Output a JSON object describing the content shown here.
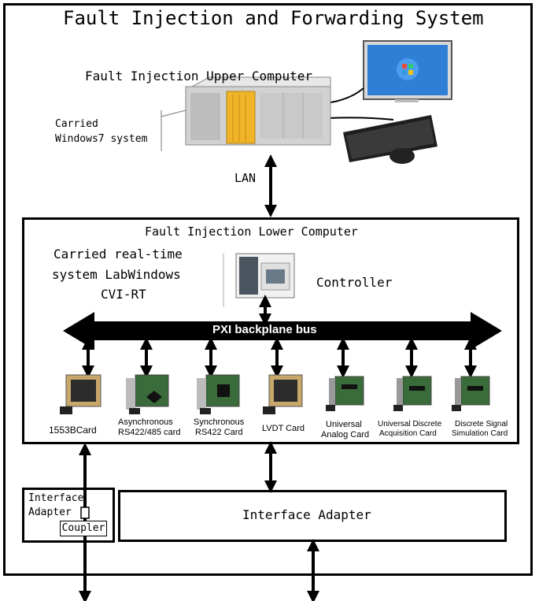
{
  "title": "Fault Injection and Forwarding System",
  "upper_computer": {
    "label": "Fault Injection Upper Computer",
    "os_note": [
      "Carried",
      "Windows7 system"
    ]
  },
  "link_label": "LAN",
  "lower_computer": {
    "label": "Fault Injection Lower Computer",
    "rt_note": [
      "Carried real-time",
      "system LabWindows",
      "CVI-RT"
    ],
    "controller_label": "Controller",
    "bus_label": "PXI backplane bus"
  },
  "cards": [
    {
      "label": [
        "1553BCard"
      ]
    },
    {
      "label": [
        "Asynchronous",
        "RS422/485 card"
      ]
    },
    {
      "label": [
        "Synchronous",
        "RS422 Card"
      ]
    },
    {
      "label": [
        "LVDT Card"
      ]
    },
    {
      "label": [
        "Universal",
        "Analog Card"
      ]
    },
    {
      "label": [
        "Universal Discrete",
        "Acquisition Card"
      ]
    },
    {
      "label": [
        "Discrete Signal",
        "Simulation Card"
      ]
    }
  ],
  "adapters": {
    "small_label": [
      "Interface",
      "Adapter"
    ],
    "coupler_label": "Coupler",
    "big_label": "Interface Adapter"
  },
  "colors": {
    "line": "#000000",
    "cabinet_yellow": "#f0b429",
    "cabinet_gray": "#c9c9c9",
    "monitor_blue": "#2f7fd6",
    "card_green": "#3a6b3a"
  }
}
